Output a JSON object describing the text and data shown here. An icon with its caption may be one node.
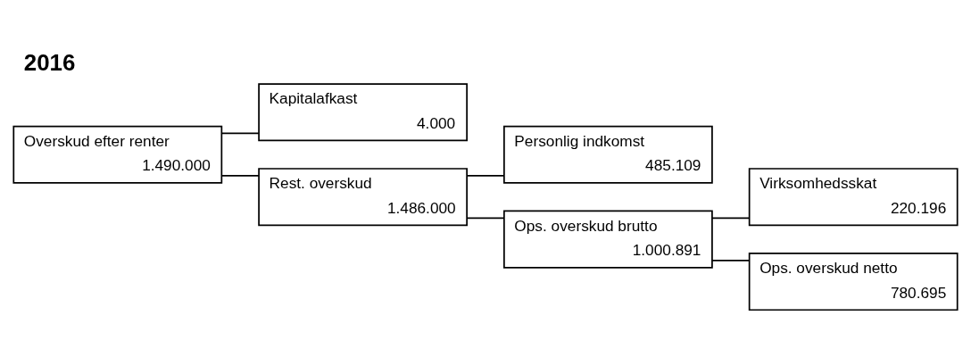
{
  "diagram": {
    "title": "2016",
    "nodes": [
      {
        "text": [
          "Overskud efter renter",
          "1.490.000"
        ]
      },
      {
        "text": [
          "Kapitalafkast",
          "4.000"
        ]
      },
      {
        "text": [
          "Rest. overskud",
          "1.486.000"
        ]
      },
      {
        "text": [
          "Personlig indkomst",
          "485.109"
        ]
      },
      {
        "text": [
          "Ops. overskud brutto",
          "1.000.891"
        ]
      },
      {
        "text": [
          "Virksomhedsskat",
          "220.196"
        ]
      },
      {
        "text": [
          "Ops. overskud netto",
          "780.695"
        ]
      }
    ],
    "edges": [
      {
        "from": 0,
        "to": 1,
        "arrow": "none"
      },
      {
        "from": 0,
        "to": 2,
        "arrow": "none"
      },
      {
        "from": 2,
        "to": 3,
        "arrow": "none"
      },
      {
        "from": 2,
        "to": 4,
        "arrow": "none"
      },
      {
        "from": 4,
        "to": 5,
        "arrow": "none"
      },
      {
        "from": 4,
        "to": 6,
        "arrow": "none"
      }
    ]
  }
}
